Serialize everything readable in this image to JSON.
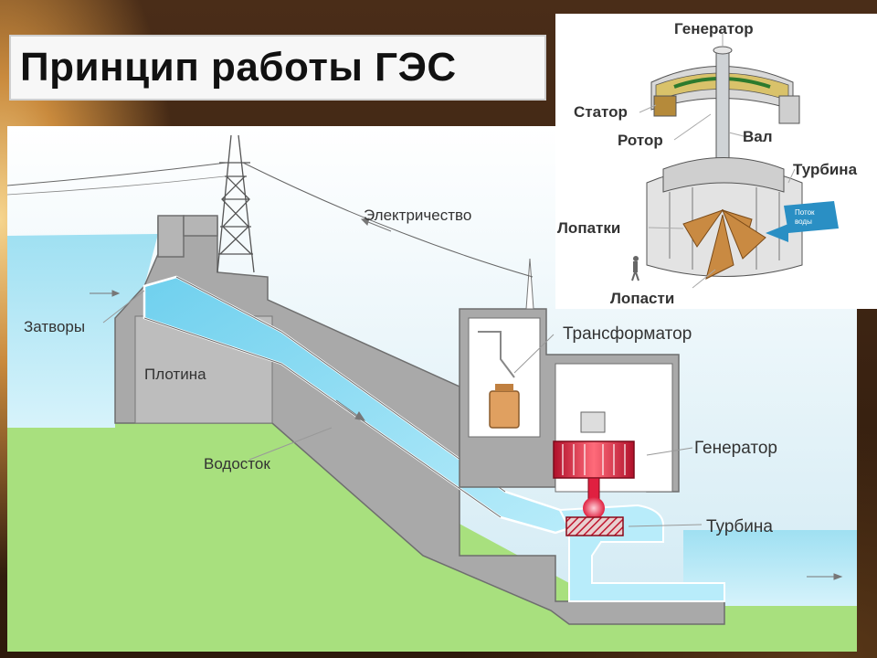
{
  "title": "Принцип работы ГЭС",
  "main_labels": {
    "electricity": "Электричество",
    "gates": "Затворы",
    "dam": "Плотина",
    "penstock": "Водосток",
    "transformer": "Трансформатор",
    "generator": "Генератор",
    "turbine": "Турбина"
  },
  "inset_labels": {
    "generator": "Генератор",
    "stator": "Статор",
    "rotor": "Ротор",
    "shaft": "Вал",
    "turbine": "Турбина",
    "wicket_gates": "Лопатки",
    "blades": "Лопасти",
    "water_flow_line1": "Поток",
    "water_flow_line2": "воды"
  },
  "colors": {
    "water": "#8fd9f0",
    "sky": "#d8eef6",
    "ground": "#a8e07e",
    "concrete": "#a9a9a9",
    "generator_red": "#d9263a",
    "transformer_orange": "#e0a060"
  }
}
